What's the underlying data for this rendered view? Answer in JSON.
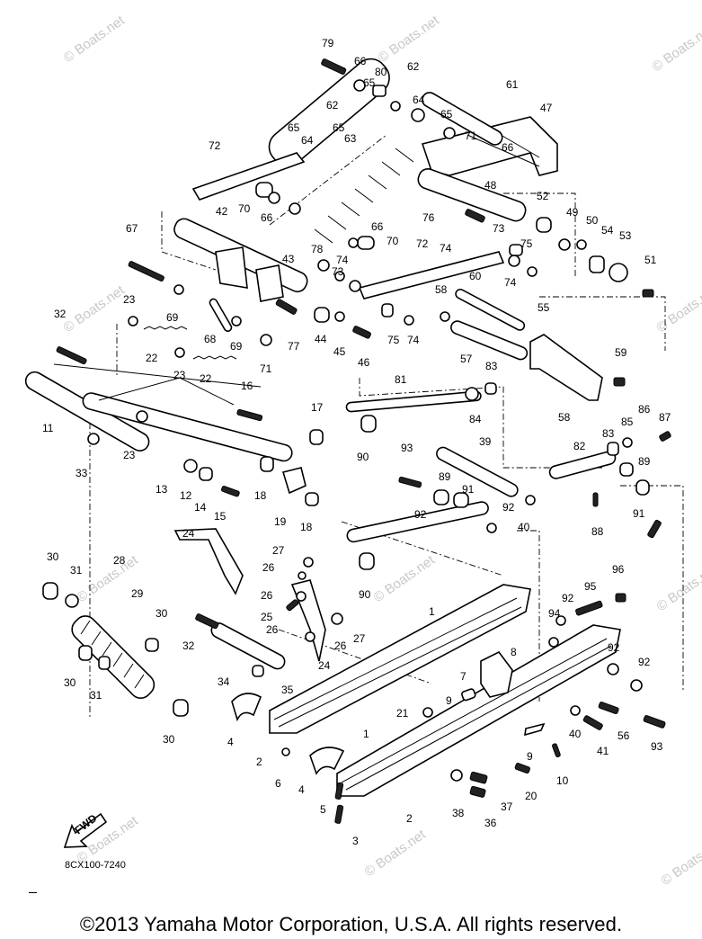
{
  "watermark": "© Boats.net",
  "drawing_code": "8CX100-7240",
  "fwd_label": "FWD",
  "copyright": "©2013 Yamaha Motor Corporation, U.S.A. All rights reserved.",
  "callouts": [
    "1",
    "2",
    "3",
    "4",
    "5",
    "6",
    "7",
    "8",
    "9",
    "10",
    "11",
    "12",
    "13",
    "14",
    "15",
    "16",
    "17",
    "18",
    "19",
    "20",
    "21",
    "22",
    "23",
    "24",
    "25",
    "26",
    "27",
    "28",
    "29",
    "30",
    "31",
    "32",
    "33",
    "34",
    "35",
    "36",
    "37",
    "38",
    "39",
    "40",
    "41",
    "42",
    "43",
    "44",
    "45",
    "46",
    "47",
    "48",
    "49",
    "50",
    "51",
    "52",
    "53",
    "54",
    "55",
    "56",
    "57",
    "58",
    "59",
    "60",
    "61",
    "62",
    "63",
    "64",
    "65",
    "66",
    "67",
    "68",
    "69",
    "70",
    "71",
    "72",
    "73",
    "74",
    "75",
    "76",
    "77",
    "78",
    "79",
    "80",
    "81",
    "82",
    "83",
    "84",
    "85",
    "86",
    "87",
    "88",
    "89",
    "90",
    "91",
    "92",
    "93",
    "94",
    "95",
    "96"
  ]
}
